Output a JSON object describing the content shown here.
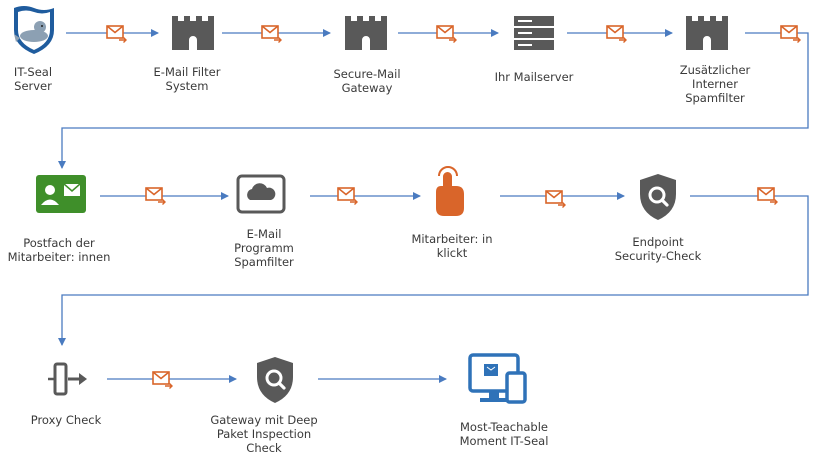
{
  "colors": {
    "connector": "#4a7bc0",
    "node_gray": "#595959",
    "mailbox_green": "#3f8f2a",
    "hand_orange": "#d9652a",
    "envelope_orange": "#d9652a",
    "device_blue": "#2f72b8",
    "seal_blue": "#1f5c9e",
    "label_text": "#3a3a3a"
  },
  "nodes": [
    {
      "id": "it-seal-server",
      "icon": "shield-seal-icon",
      "label": "IT-Seal\nServer"
    },
    {
      "id": "email-filter-system",
      "icon": "castle-icon",
      "label": "E-Mail Filter\nSystem"
    },
    {
      "id": "secure-mail-gateway",
      "icon": "castle-icon",
      "label": "Secure-Mail\nGateway"
    },
    {
      "id": "ihr-mailserver",
      "icon": "server-icon",
      "label": "Ihr Mailserver"
    },
    {
      "id": "zusaetzlicher-spamfilter",
      "icon": "castle-icon",
      "label": "Zusätzlicher\nInterner\nSpamfilter"
    },
    {
      "id": "postfach",
      "icon": "mailbox-contact-icon",
      "label": "Postfach der\nMitarbeiter: innen"
    },
    {
      "id": "email-programm",
      "icon": "cloud-screen-icon",
      "label": "E-Mail\nProgramm\nSpamfilter"
    },
    {
      "id": "mitarbeiter-klickt",
      "icon": "hand-click-icon",
      "label": "Mitarbeiter: in\nklickt"
    },
    {
      "id": "endpoint-check",
      "icon": "shield-search-icon",
      "label": "Endpoint\nSecurity-Check"
    },
    {
      "id": "proxy-check",
      "icon": "proxy-arrow-icon",
      "label": "Proxy Check"
    },
    {
      "id": "gateway-dpi",
      "icon": "shield-search-icon",
      "label": "Gateway mit Deep\nPaket Inspection\nCheck"
    },
    {
      "id": "most-teachable-moment",
      "icon": "monitor-phone-icon",
      "label": "Most-Teachable\nMoment IT-Seal"
    }
  ]
}
